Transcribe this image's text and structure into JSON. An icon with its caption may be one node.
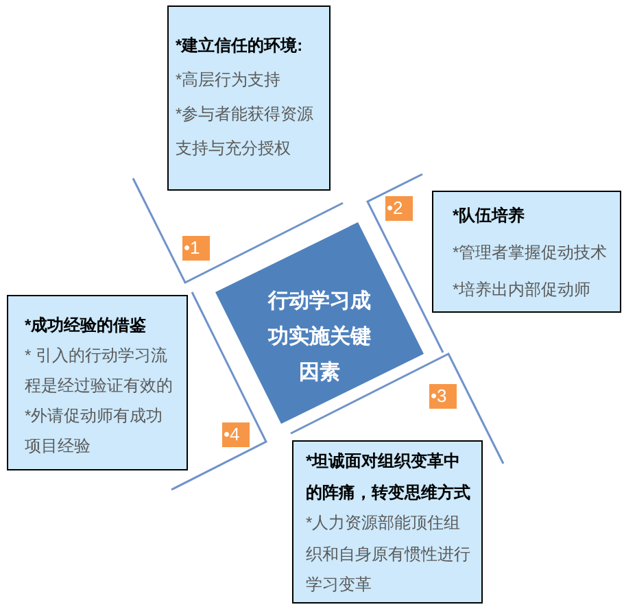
{
  "diagram": {
    "nodes": [
      {
        "text": [
          "*建立信任的环境:",
          "*高层行为支持",
          "*参与者能获得资源支持与充分授权"
        ]
      },
      {
        "text": [
          "•1"
        ]
      },
      {
        "text": [
          "•2"
        ]
      },
      {
        "text": [
          "*队伍培养",
          "*管理者掌握促动技术",
          "*培养出内部促动师"
        ]
      },
      {
        "text": [
          "行动学习成功实施关键因素"
        ]
      },
      {
        "text": [
          "*成功经验的借鉴",
          "* 引入的行动学习流程是经过验证有效的",
          "*外请促动师有成功项目经验"
        ]
      },
      {
        "text": [
          "•3"
        ]
      },
      {
        "text": [
          "•4"
        ]
      },
      {
        "text": [
          "*坦诚面对组织变革中的阵痛，转变思维方式",
          "*人力资源部能顶住组织和自身原有惯性进行学习变革"
        ]
      }
    ]
  }
}
